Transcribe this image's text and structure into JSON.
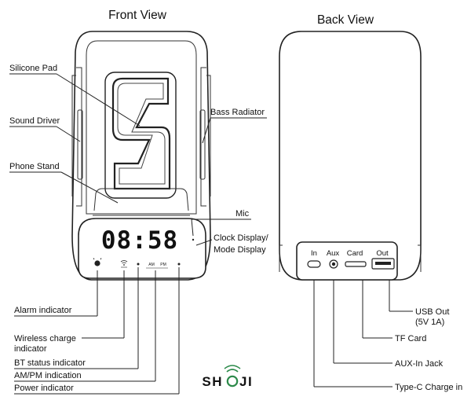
{
  "views": {
    "front_title": "Front View",
    "back_title": "Back View"
  },
  "front_labels": {
    "silicone_pad": "Silicone Pad",
    "sound_driver": "Sound Driver",
    "phone_stand": "Phone Stand",
    "bass_radiator": "Bass Radiator",
    "mic": "Mic",
    "clock_display": "Clock Display/",
    "mode_display": "Mode Display"
  },
  "indicators": {
    "alarm": "Alarm indicator",
    "wireless_1": "Wireless charge",
    "wireless_2": "indicator",
    "bt": "BT status indicator",
    "ampm": "AM/PM indication",
    "power": "Power indicator"
  },
  "display": {
    "time": "08:58",
    "am": "AM",
    "pm": "PM"
  },
  "ports": {
    "in": "In",
    "aux": "Aux",
    "card": "Card",
    "out": "Out"
  },
  "back_labels": {
    "usb_out_1": "USB Out",
    "usb_out_2": "(5V 1A)",
    "tf_card": "TF Card",
    "aux_jack": "AUX-In Jack",
    "typec": "Type-C Charge in"
  },
  "brand": {
    "left": "SH",
    "right": "JI",
    "color": "#2c8a4a"
  }
}
